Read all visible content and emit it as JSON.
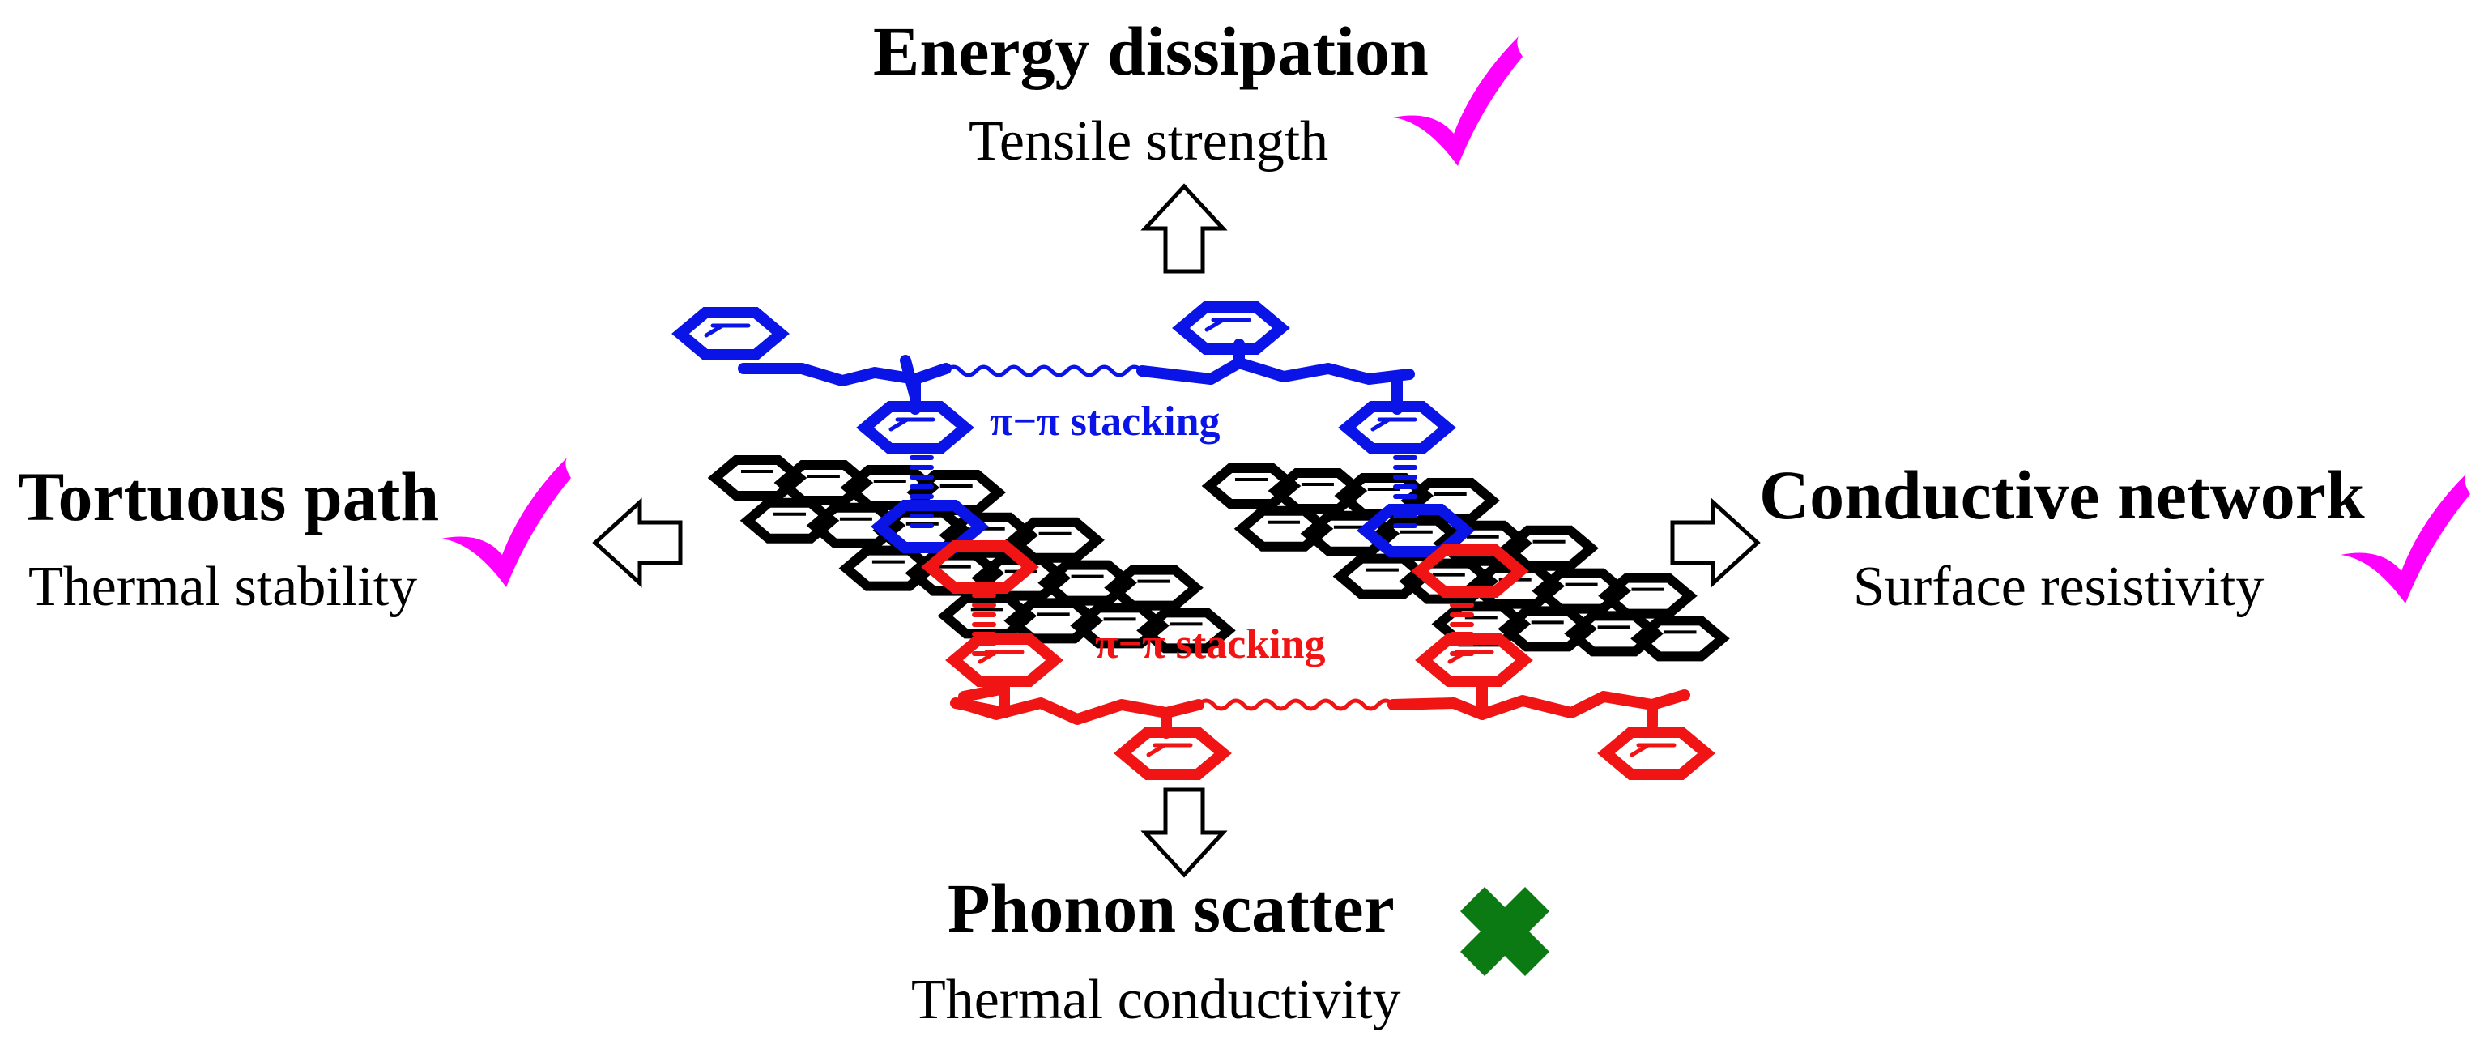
{
  "top": {
    "title": "Energy dissipation",
    "property": "Tensile strength",
    "status_icon": "check-icon"
  },
  "left": {
    "title": "Tortuous path",
    "property": "Thermal stability",
    "status_icon": "check-icon"
  },
  "right": {
    "title": "Conductive network",
    "property": "Surface resistivity",
    "status_icon": "check-icon"
  },
  "bottom": {
    "title": "Phonon scatter",
    "property": "Thermal conductivity",
    "status_icon": "cross-icon"
  },
  "interactions": {
    "upper": "π−π stacking",
    "lower": "π−π stacking"
  },
  "colors": {
    "upper_polymer": "#0a14e6",
    "lower_polymer": "#f01414",
    "graphene": "#000000",
    "check": "#ff00ff",
    "cross": "#0b7a12"
  }
}
